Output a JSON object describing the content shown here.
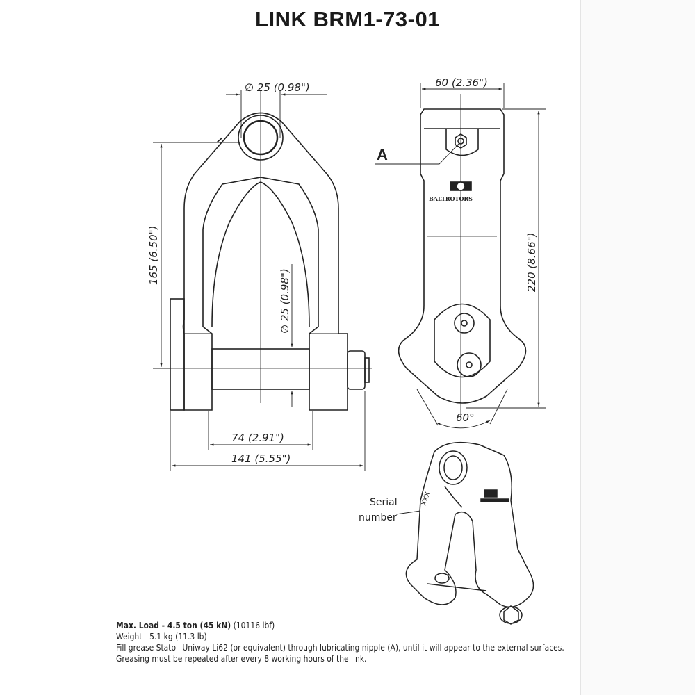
{
  "title": "LINK BRM1-73-01",
  "dimensions": {
    "pin_top": "∅ 25   (0.98\")",
    "height_front": "165 (6.50\")",
    "pin_bolt": "∅ 25 (0.98\")",
    "inner_width": "74 (2.91\")",
    "overall_width": "141 (5.55\")",
    "side_width": "60 (2.36\")",
    "side_height": "220 (8.66\")",
    "angle": "60°"
  },
  "labels": {
    "nipple": "A",
    "serial_line1": "Serial",
    "serial_line2": "number",
    "serial_mark": "XXX",
    "logo_text": "BALTROTORS"
  },
  "notes": {
    "max_load_bold": "Max. Load - 4.5 ton (45 kN)",
    "max_load_extra": " (10116 lbf)",
    "weight": "Weight - 5.1 kg (11.3 lb)",
    "grease": "Fill grease Statoil Uniway Li62 (or equivalent) through lubricating nipple (A), until it will appear to the external surfaces.",
    "repeat": "Greasing must be repeated after every 8 working hours of the link."
  }
}
